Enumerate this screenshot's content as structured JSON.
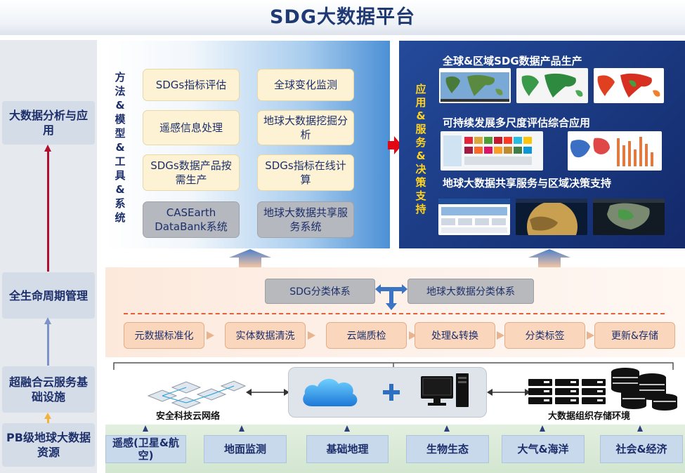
{
  "title": "SDG大数据平台",
  "left_layers": [
    "大数据分析与应用",
    "全生命周期管理",
    "超融合云服务基础设施",
    "PB级地球大数据资源"
  ],
  "methods": {
    "label": "方法&模型&工具&系统",
    "items": [
      "SDGs指标评估",
      "全球变化监测",
      "遥感信息处理",
      "地球大数据挖掘分析",
      "SDGs数据产品按需生产",
      "SDGs指标在线计算",
      "CASEarth DataBank系统",
      "地球大数据共享服务系统"
    ]
  },
  "applications": {
    "label": "应用&服务&决策支持",
    "headings": [
      "全球&区域SDG数据产品生产",
      "可持续发展多尺度评估综合应用",
      "地球大数据共享服务与区域决策支持"
    ]
  },
  "lifecycle": {
    "classifications": [
      "SDG分类体系",
      "地球大数据分类体系"
    ],
    "steps": [
      "元数据标准化",
      "实体数据清洗",
      "云端质检",
      "处理&转换",
      "分类标签",
      "更新&存储"
    ]
  },
  "infrastructure": {
    "left_label": "安全科技云网络",
    "right_label": "大数据组织存储环境"
  },
  "resources": [
    "遥感(卫星&航空)",
    "地面监测",
    "基础地理",
    "生物生态",
    "大气&海洋",
    "社会&经济"
  ],
  "colors": {
    "title": "#1f3a73",
    "apps_panel": "#1b3a82",
    "apps_label": "#ffd21f",
    "method_box": "#fdf3d4",
    "step_box": "#fad6bd",
    "resource_box": "#c8d9ec"
  }
}
